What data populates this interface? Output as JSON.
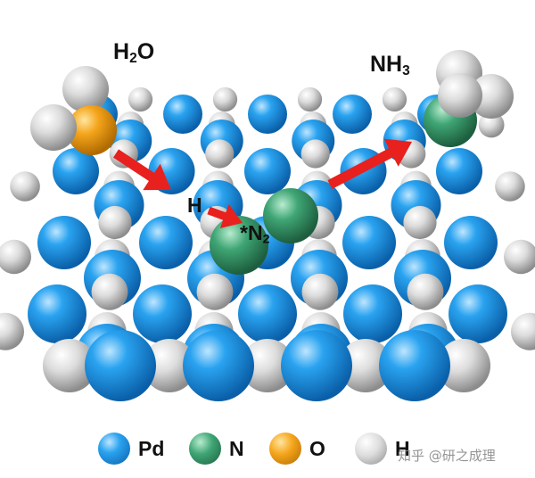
{
  "labels": {
    "water_main": "H",
    "water_sub": "2",
    "water_tail": "O",
    "ammonia_main": "NH",
    "ammonia_sub": "3",
    "adsorbed_h": "H",
    "adsorbed_n2_star": "*",
    "adsorbed_n2_main": "N",
    "adsorbed_n2_sub": "2"
  },
  "legend": [
    {
      "element": "Pd",
      "color": "#1a8fe0"
    },
    {
      "element": "N",
      "color": "#3a9a6a"
    },
    {
      "element": "O",
      "color": "#f2a01a"
    },
    {
      "element": "H",
      "color": "#d4d4d4"
    }
  ],
  "colors": {
    "pd": "#1a8fe0",
    "n": "#3a9a6a",
    "o": "#f2a01a",
    "h": "#d4d4d4",
    "arrow": "#e8201e"
  },
  "watermark": "知乎 @研之成理"
}
